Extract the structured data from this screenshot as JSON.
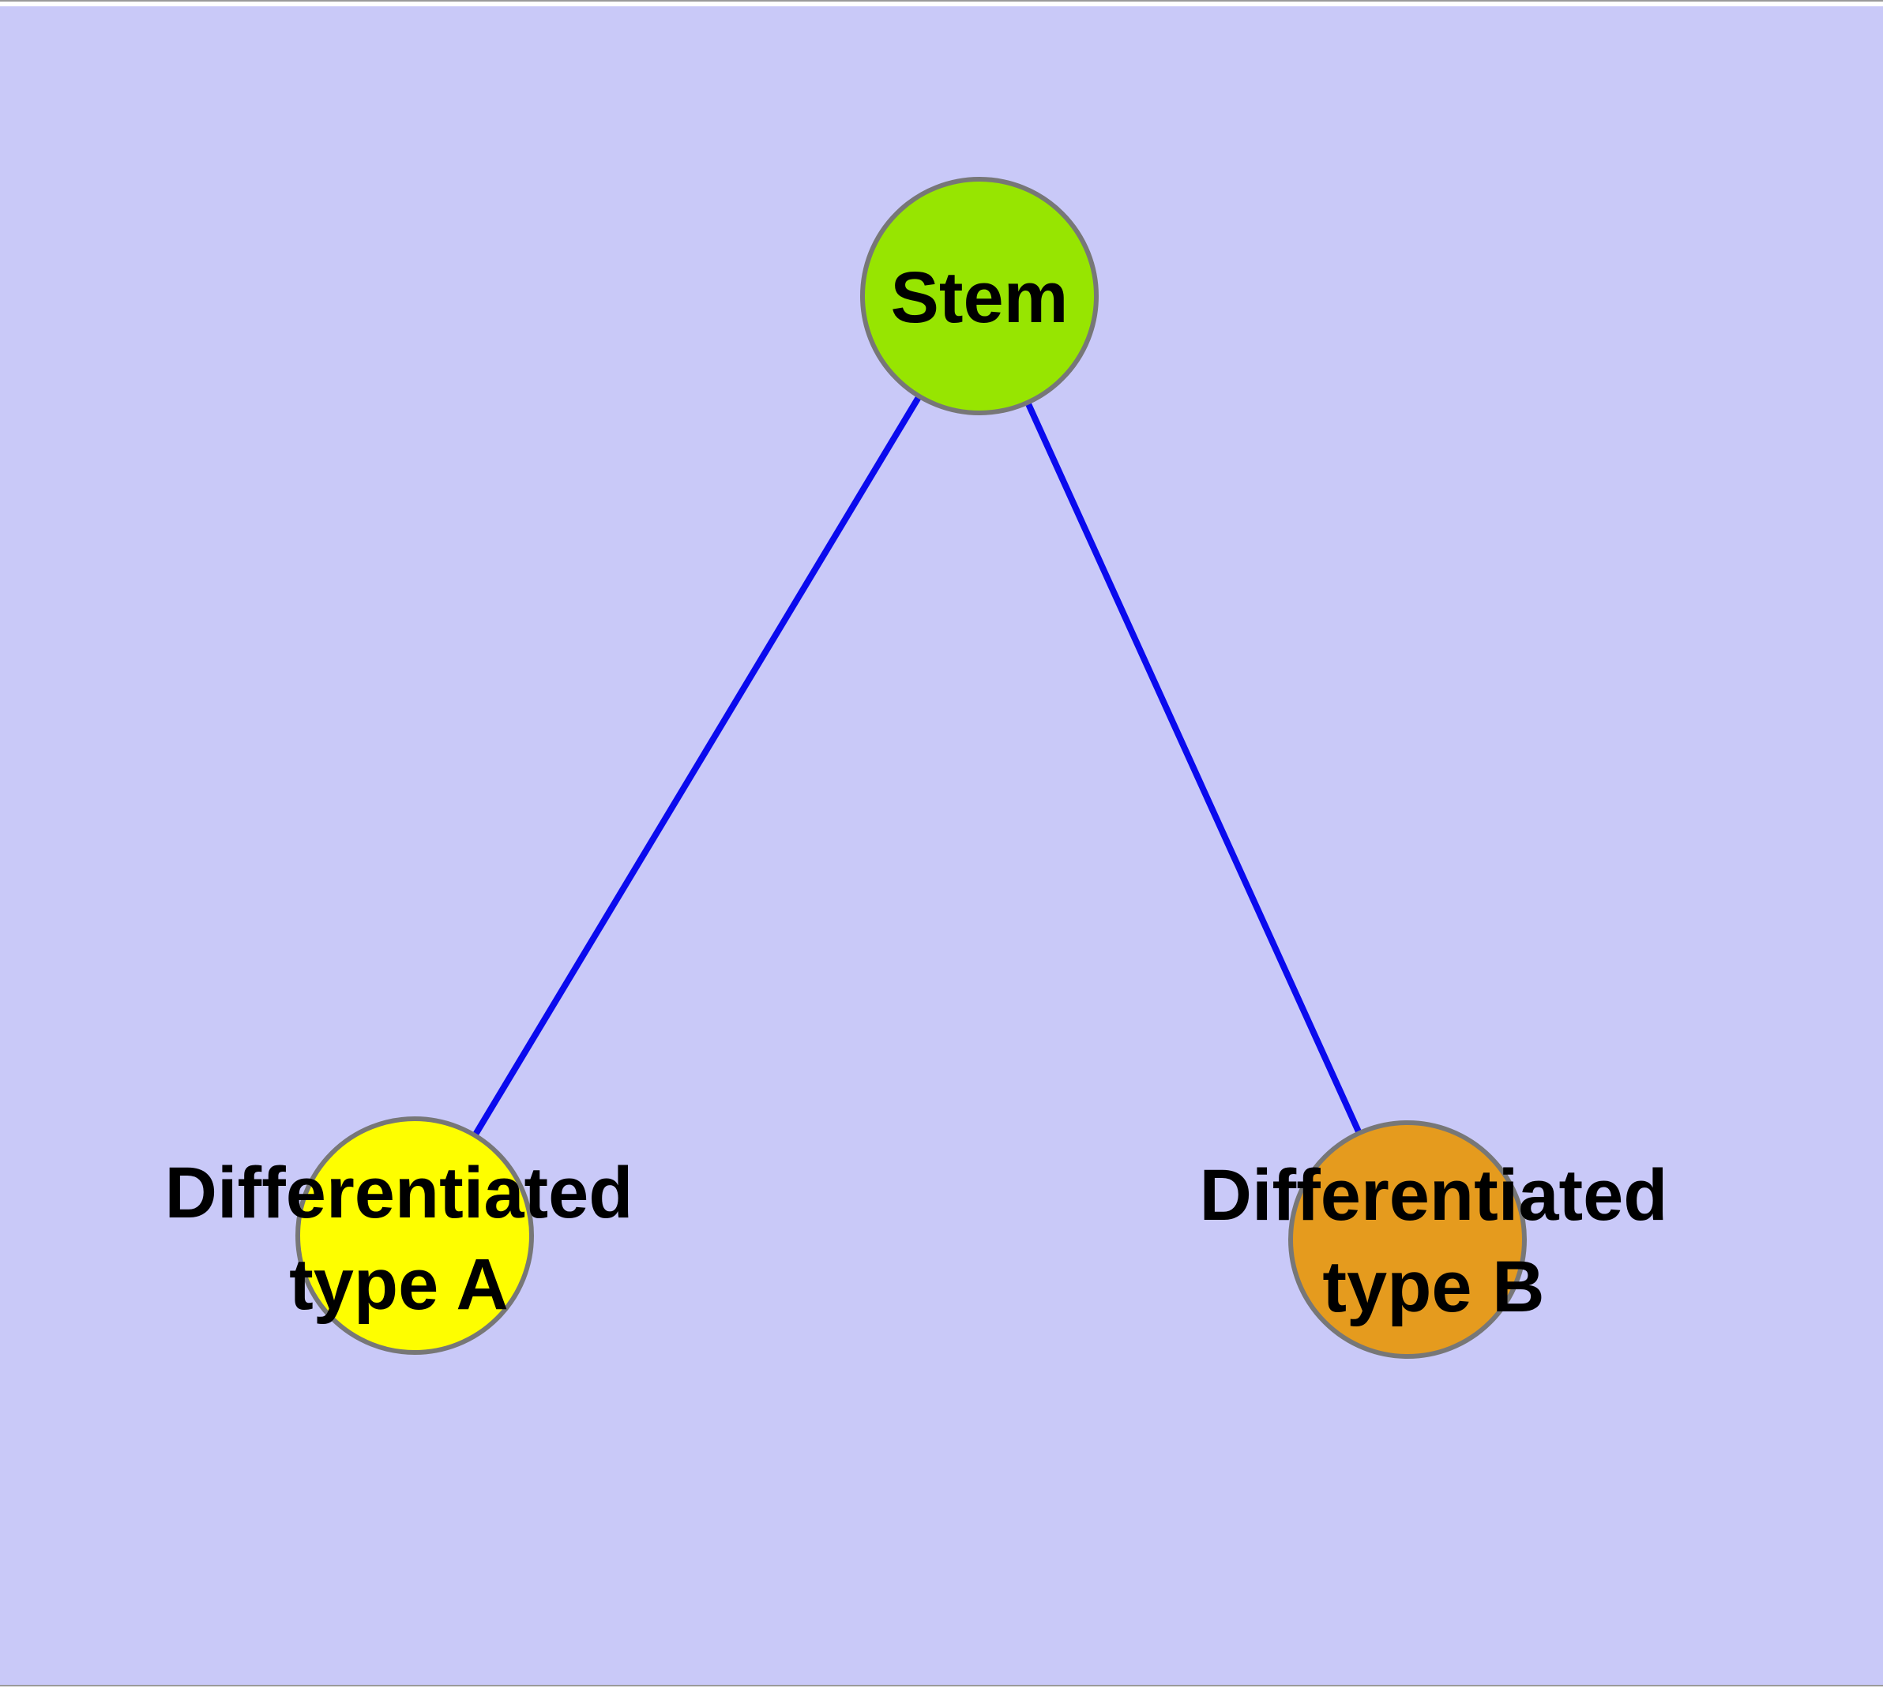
{
  "diagram": {
    "canvas_background": "#C9C9F8",
    "page_background": "#FFFFFF",
    "edge_color": "#0A0AEE",
    "node_border_color": "#777777",
    "label_color": "#000000",
    "nodes": [
      {
        "id": "stem",
        "label": "Stem",
        "fill": "#97E501"
      },
      {
        "id": "differentiated-type-a",
        "label_line1": "Differentiated",
        "label_line2": "type A",
        "fill": "#FEFE00"
      },
      {
        "id": "differentiated-type-b",
        "label_line1": "Differentiated",
        "label_line2": "type B",
        "fill": "#E59B1E"
      }
    ],
    "edges": [
      {
        "id": "stem-to-type-a",
        "from": "stem",
        "to": "differentiated-type-a"
      },
      {
        "id": "stem-to-type-b",
        "from": "stem",
        "to": "differentiated-type-b"
      }
    ]
  }
}
